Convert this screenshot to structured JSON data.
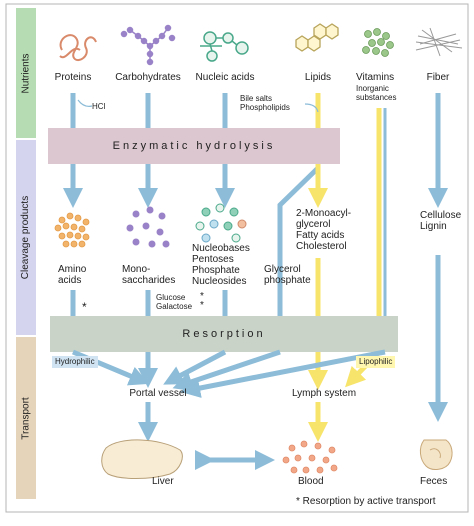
{
  "bands": {
    "nutrients": "Nutrients",
    "cleavage": "Cleavage products",
    "transport": "Transport"
  },
  "nutrients": {
    "proteins": "Proteins",
    "carbohydrates": "Carbohydrates",
    "nucleic_acids": "Nucleic acids",
    "lipids": "Lipids",
    "vitamins": "Vitamins",
    "inorganic": "Inorganic\nsubstances",
    "fiber": "Fiber"
  },
  "additives": {
    "hcl": "HCl",
    "bile": "Bile salts\nPhospholipids"
  },
  "bars": {
    "hydrolysis": "Enzymatic hydrolysis",
    "resorption": "Resorption"
  },
  "products": {
    "amino": "Amino\nacids",
    "mono": "Mono-\nsaccharides",
    "nucleo": "Nucleobases\nPentoses\nPhosphate\nNucleosides",
    "glycerol": "Glycerol\nphosphate",
    "lipidprod": "2-Monoacyl-\nglycerol\nFatty acids\nCholesterol",
    "fiberprod": "Cellulose\nLignin",
    "glucose": "Glucose\nGalactose"
  },
  "markers": {
    "star": "*",
    "star2": "*\n*"
  },
  "transport": {
    "hydrophilic": "Hydrophilic",
    "lipophilic": "Lipophilic",
    "portal": "Portal vessel",
    "lymph": "Lymph system",
    "liver": "Liver",
    "blood": "Blood",
    "feces": "Feces"
  },
  "footnote": "* Resorption by active transport",
  "colors": {
    "blue_arrow": "#8cbcd8",
    "yellow_arrow": "#f7e46a",
    "hydrolysis_bar": "#dcc6cf",
    "resorption_bar": "#c9d3c8",
    "band_nutrients": "#b5dcb2",
    "band_cleavage": "#d5d4ee",
    "band_transport": "#e6d4ba"
  }
}
